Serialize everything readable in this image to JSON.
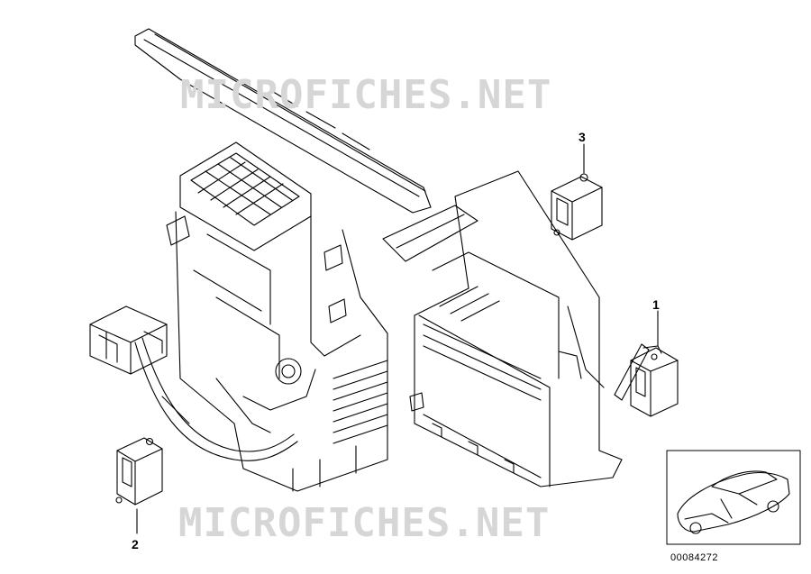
{
  "watermark": {
    "top_text": "MICROFICHES.NET",
    "bottom_text": "MICROFICHES.NET"
  },
  "callouts": {
    "part_1": "1",
    "part_2": "2",
    "part_3": "3"
  },
  "diagram_id": "00084272",
  "colors": {
    "line": "#000000",
    "watermark": "#d6d6d6",
    "background": "#ffffff"
  }
}
